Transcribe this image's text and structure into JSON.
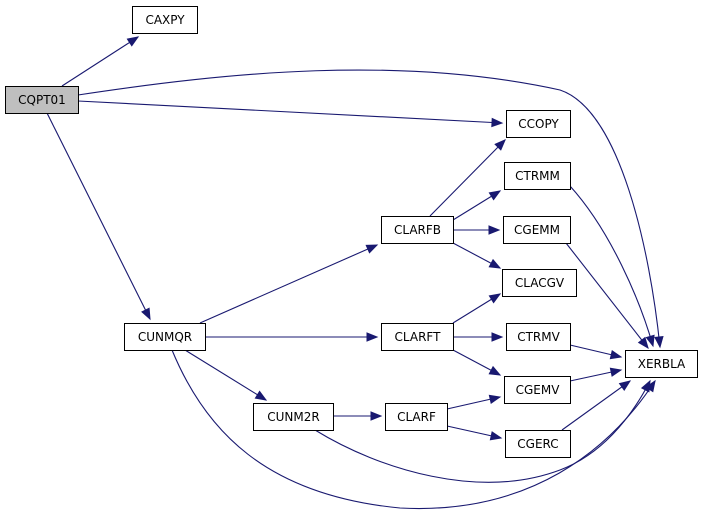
{
  "graph": {
    "edge_color": "#191970",
    "root_fill": "#bfbfbf",
    "nodes": [
      {
        "id": "CQPT01",
        "label": "CQPT01",
        "root": true
      },
      {
        "id": "CAXPY",
        "label": "CAXPY"
      },
      {
        "id": "XERBLA",
        "label": "XERBLA"
      },
      {
        "id": "CCOPY",
        "label": "CCOPY"
      },
      {
        "id": "CUNMQR",
        "label": "CUNMQR"
      },
      {
        "id": "CLARFB",
        "label": "CLARFB"
      },
      {
        "id": "CTRMM",
        "label": "CTRMM"
      },
      {
        "id": "CGEMM",
        "label": "CGEMM"
      },
      {
        "id": "CLACGV",
        "label": "CLACGV"
      },
      {
        "id": "CLARFT",
        "label": "CLARFT"
      },
      {
        "id": "CTRMV",
        "label": "CTRMV"
      },
      {
        "id": "CGEMV",
        "label": "CGEMV"
      },
      {
        "id": "CUNM2R",
        "label": "CUNM2R"
      },
      {
        "id": "CLARF",
        "label": "CLARF"
      },
      {
        "id": "CGERC",
        "label": "CGERC"
      }
    ],
    "edges": [
      {
        "from": "CQPT01",
        "to": "CAXPY"
      },
      {
        "from": "CQPT01",
        "to": "XERBLA"
      },
      {
        "from": "CQPT01",
        "to": "CCOPY"
      },
      {
        "from": "CQPT01",
        "to": "CUNMQR"
      },
      {
        "from": "CUNMQR",
        "to": "CLARFB"
      },
      {
        "from": "CUNMQR",
        "to": "CLARFT"
      },
      {
        "from": "CUNMQR",
        "to": "CUNM2R"
      },
      {
        "from": "CUNMQR",
        "to": "XERBLA"
      },
      {
        "from": "CLARFB",
        "to": "CCOPY"
      },
      {
        "from": "CLARFB",
        "to": "CTRMM"
      },
      {
        "from": "CLARFB",
        "to": "CGEMM"
      },
      {
        "from": "CLARFB",
        "to": "CLACGV"
      },
      {
        "from": "CTRMM",
        "to": "XERBLA"
      },
      {
        "from": "CGEMM",
        "to": "XERBLA"
      },
      {
        "from": "CLARFT",
        "to": "CLACGV"
      },
      {
        "from": "CLARFT",
        "to": "CTRMV"
      },
      {
        "from": "CLARFT",
        "to": "CGEMV"
      },
      {
        "from": "CTRMV",
        "to": "XERBLA"
      },
      {
        "from": "CGEMV",
        "to": "XERBLA"
      },
      {
        "from": "CUNM2R",
        "to": "CLARF"
      },
      {
        "from": "CUNM2R",
        "to": "XERBLA"
      },
      {
        "from": "CLARF",
        "to": "CGEMV"
      },
      {
        "from": "CLARF",
        "to": "CGERC"
      },
      {
        "from": "CGERC",
        "to": "XERBLA"
      }
    ]
  }
}
